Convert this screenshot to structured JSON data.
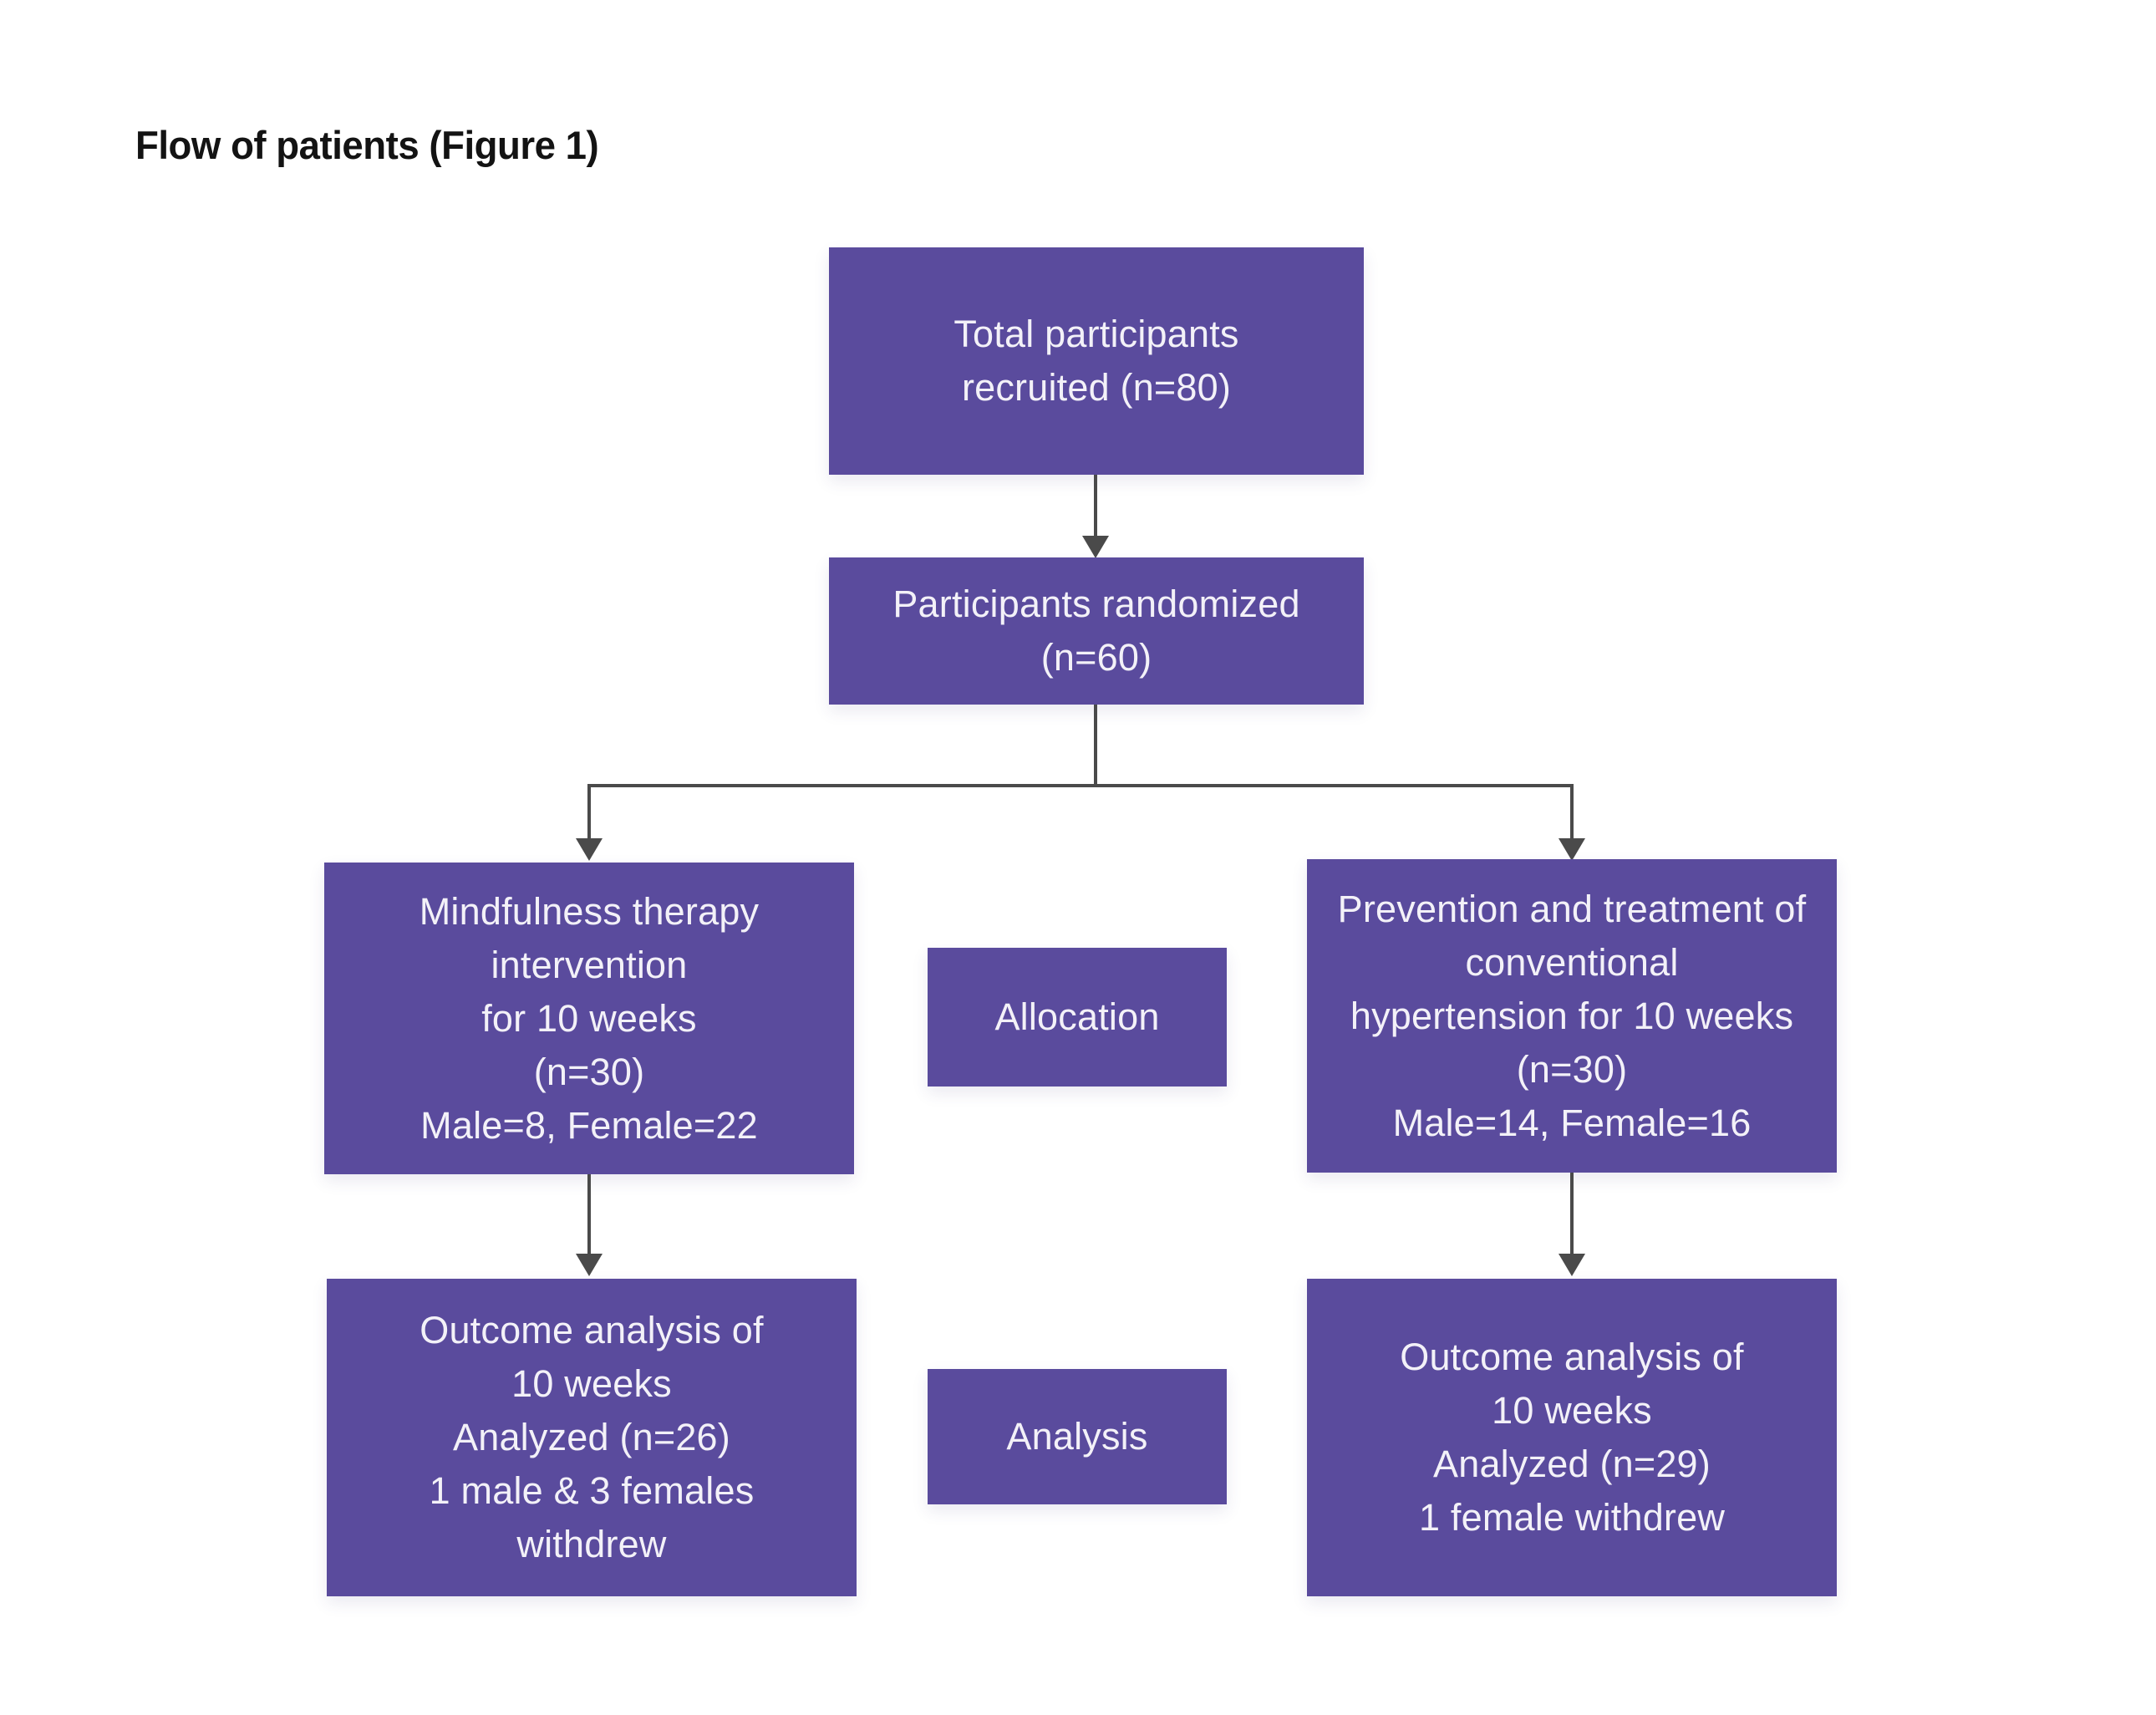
{
  "page": {
    "title": "Flow of patients (Figure 1)"
  },
  "colors": {
    "box_fill": "#5a4b9d",
    "box_text": "#f3f1f8",
    "connector": "#4a4a4a",
    "title_text": "#131313",
    "background": "#ffffff"
  },
  "flowchart": {
    "nodes": {
      "recruited": {
        "lines": [
          "Total participants",
          "recruited (n=80)"
        ]
      },
      "randomized": {
        "lines": [
          "Participants randomized",
          "(n=60)"
        ]
      },
      "mindfulness": {
        "lines": [
          "Mindfulness therapy",
          "intervention",
          "for 10 weeks",
          "(n=30)",
          "Male=8, Female=22"
        ]
      },
      "allocation": {
        "lines": [
          "Allocation"
        ]
      },
      "prevention": {
        "lines": [
          "Prevention and treatment of",
          "conventional",
          "hypertension for 10 weeks",
          "(n=30)",
          "Male=14, Female=16"
        ]
      },
      "outcome_left": {
        "lines": [
          "Outcome analysis of",
          "10 weeks",
          "Analyzed (n=26)",
          "1 male & 3 females",
          "withdrew"
        ]
      },
      "analysis": {
        "lines": [
          "Analysis"
        ]
      },
      "outcome_right": {
        "lines": [
          "Outcome analysis of",
          "10 weeks",
          "Analyzed (n=29)",
          "1 female withdrew"
        ]
      }
    }
  }
}
